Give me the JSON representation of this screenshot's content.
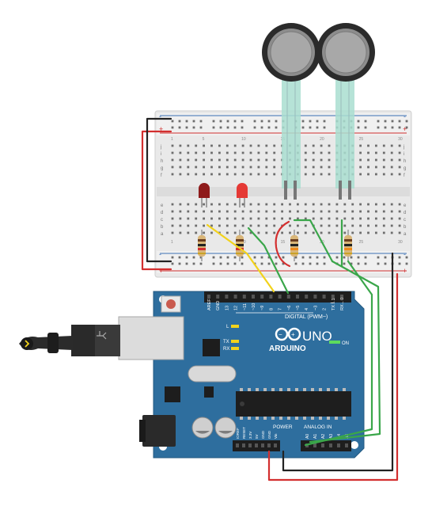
{
  "breadboard": {
    "rail_plus": "+",
    "rail_minus": "-",
    "col_numbers": [
      "1",
      "5",
      "10",
      "15",
      "20",
      "25",
      "30"
    ],
    "row_letters_top": [
      "j",
      "i",
      "h",
      "g",
      "f"
    ],
    "row_letters_bottom": [
      "e",
      "d",
      "c",
      "b",
      "a"
    ]
  },
  "arduino": {
    "brand": "ARDUINO",
    "model": "UNO",
    "digital_label": "DIGITAL (PWM~)",
    "power_label": "POWER",
    "analog_label": "ANALOG IN",
    "on_label": "ON",
    "led_labels": [
      "L",
      "TX",
      "RX"
    ],
    "top_pins": [
      "AREF",
      "GND",
      "13",
      "12",
      "~11",
      "~10",
      "~9",
      "8",
      "7",
      "~6",
      "~5",
      "4",
      "~3",
      "2",
      "TX→1",
      "RX←0"
    ],
    "power_pins": [
      "IOREF",
      "RESET",
      "3.3V",
      "5V",
      "GND",
      "GND",
      "Vin"
    ],
    "analog_pins": [
      "A0",
      "A1",
      "A2",
      "A3",
      "A4",
      "A5"
    ]
  },
  "colors": {
    "board": "#2e6e9e",
    "breadboard": "#e8e8e8",
    "wire_red": "#d32f2f",
    "wire_black": "#222222",
    "wire_green": "#3aa64a",
    "wire_yellow": "#f2d21b",
    "led_red": "#e53935",
    "led_dark": "#8e1b1b",
    "sensor_tail": "#a9ded0"
  }
}
